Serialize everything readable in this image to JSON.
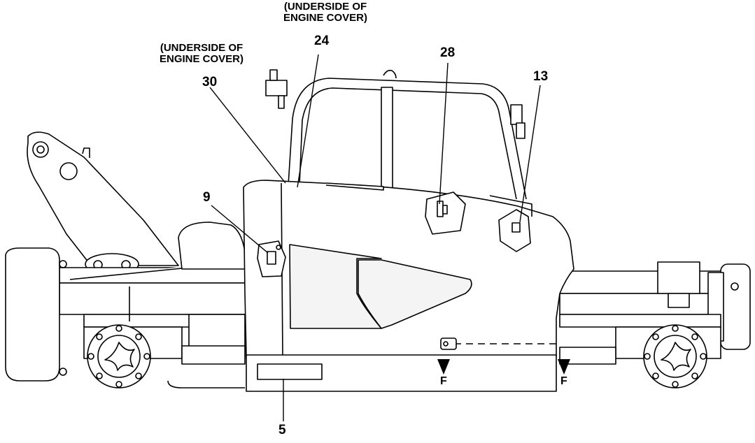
{
  "notes": {
    "engine_cover_left": [
      "(UNDERSIDE OF",
      "ENGINE COVER)"
    ],
    "engine_cover_top": [
      "(UNDERSIDE OF",
      "ENGINE COVER)"
    ]
  },
  "callouts": {
    "c24": "24",
    "c30": "30",
    "c28": "28",
    "c13": "13",
    "c9": "9",
    "c5": "5"
  },
  "section_marks": {
    "left": "F",
    "right": "F"
  },
  "colors": {
    "line": "#000000",
    "background": "#ffffff",
    "glass": "#f4f4f4"
  }
}
